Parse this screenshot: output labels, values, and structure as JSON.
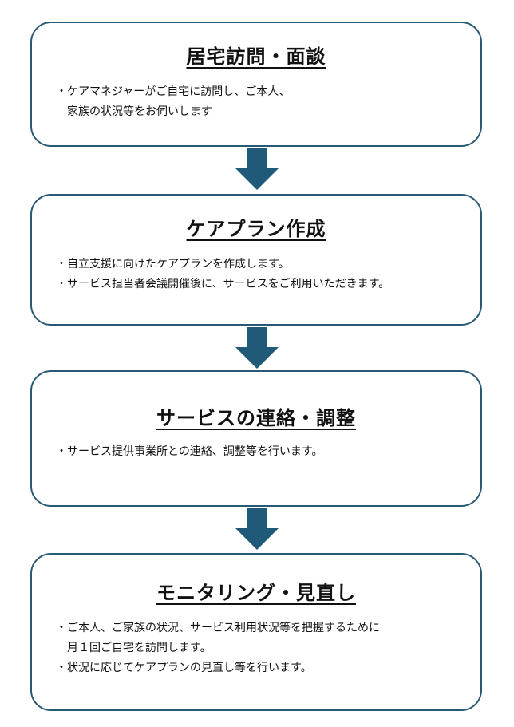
{
  "steps": [
    {
      "title": "居宅訪問・面談",
      "lines": [
        "・ケアマネジャーがご自宅に訪問し、ご本人、",
        "家族の状況等をお伺いします"
      ]
    },
    {
      "title": "ケアプラン作成",
      "lines": [
        "・自立支援に向けたケアプランを作成します。",
        "・サービス担当者会議開催後に、サービスをご利用いただきます。"
      ]
    },
    {
      "title": "サービスの連絡・調整",
      "lines": [
        "・サービス提供事業所との連絡、調整等を行います。"
      ]
    },
    {
      "title": "モニタリング・見直し",
      "lines": [
        "・ご本人、ご家族の状況、サービス利用状況等を把握するために",
        "月１回ご自宅を訪問します。",
        "・状況に応じてケアプランの見直し等を行います。"
      ]
    }
  ],
  "colors": {
    "box_border": "#2a5a73",
    "arrow_fill": "#1f5b78"
  },
  "icons": {
    "arrow": "down-arrow-icon"
  }
}
